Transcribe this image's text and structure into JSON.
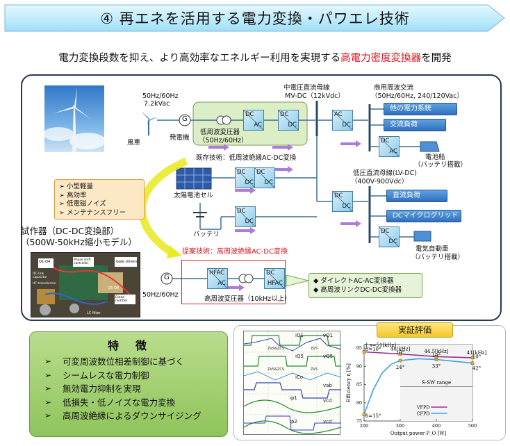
{
  "title": "④ 再エネを活用する電力変換・パワエレ技術",
  "subtitle_prefix": "電力変換段数を抑え、より高効率なエネルギー利用を実現する",
  "subtitle_highlight": "高電力密度変換器",
  "subtitle_suffix": "を開発",
  "wind": {
    "freq": "50Hz/60Hz",
    "voltage": "7.2kVac",
    "label": "風車",
    "generator_symbol": "G",
    "generator_label": "発電機"
  },
  "existing": {
    "transformer_label": "低周波変圧器",
    "transformer_freq": "（50Hz/60Hz）",
    "tech_label": "既存技術：低周波絶縁AC-DC変換"
  },
  "mv_bus": {
    "label": "中電圧直流母線",
    "sub": "MV-DC（12kVdc）"
  },
  "ac_side": {
    "label": "商用周波交流",
    "sub": "（50Hz/60Hz, 240/120Vac）",
    "loads": [
      "他の電力系統",
      "交流負荷"
    ],
    "ship_label": "電池船",
    "ship_sub": "（バッテリ搭載）"
  },
  "lv_bus": {
    "label": "低圧直流母線(LV-DC)",
    "sub": "（400V-900Vdc）"
  },
  "dc_side": {
    "loads": [
      "直流負荷",
      "DCマイクログリッド"
    ],
    "ev_label": "電気自動車",
    "ev_sub": "（バッテリ搭載）"
  },
  "solar_label": "太陽電池セル",
  "battery_label": "バッテリ",
  "features": [
    "➢ 小型軽量",
    "➢ 高効率",
    "➢ 低電磁ノイズ",
    "➢ メンテナンスフリー"
  ],
  "prototype": {
    "label1": "試作器（DC-DC変換部）",
    "label2": "（500W-50kHz縮小モデル）"
  },
  "proposal": {
    "label": "提案技術：高周波絶縁AC-DC変換",
    "freq": "50Hz/60Hz",
    "generator_symbol": "G",
    "transformer_label": "高周波変圧器（10kHz以上）"
  },
  "converters": {
    "dc": "DC",
    "ac": "AC",
    "hfac": "HFAC"
  },
  "proposal_bullets": [
    "◆ ダイレクトAC-AC変換器",
    "◆ 高周波リンクDC-DC変換器"
  ],
  "tokucho_title": "特　徴",
  "tokucho_items": [
    "可変周波数位相差制御に基づく",
    "シームレスな電力制御",
    "無効電力抑制を実現",
    "低損失・低ノイズな電力変換",
    "高周波絶縁によるダウンサイジング"
  ],
  "evaluation_title": "実証評価",
  "wave_labels": [
    "iQ1",
    "vQ1",
    "iQ5",
    "vQ5",
    "iCo",
    "vab",
    "ip1",
    "vcd",
    "ip2",
    "vcd"
  ],
  "wave_tags": [
    "ZVS&ZCS",
    "ZVS",
    "ZVS&ZCS",
    "ZVS"
  ],
  "photo_labels": [
    "Q1-Q4",
    "Phase shift controller",
    "Gate drivers",
    "DC-link capacitor",
    "HF transformer",
    "Q5-Q8",
    "Diode rectifier",
    "LC filter"
  ],
  "chart_data": {
    "type": "line",
    "xlabel": "Output power P_O [W]",
    "ylabel": "Efficiency η [%]",
    "xlim": [
      200,
      500
    ],
    "ylim": [
      75,
      96
    ],
    "x_ticks": [
      200,
      300,
      400,
      500
    ],
    "y_ticks": [
      75,
      80,
      85,
      90,
      95
    ],
    "region_label": "S-SW range",
    "series": [
      {
        "name": "VFPD",
        "color": "#9b2f95",
        "x": [
          200,
          300,
          400,
          500
        ],
        "y": [
          94.0,
          93.4,
          92.7,
          92.4
        ]
      },
      {
        "name": "CFPD",
        "color": "#3aa4e0",
        "x": [
          200,
          225,
          250,
          275,
          300,
          350,
          400,
          450,
          500
        ],
        "y": [
          76.8,
          83.5,
          88.2,
          90.6,
          91.6,
          92.1,
          91.9,
          91.4,
          90.9
        ]
      }
    ],
    "annotations": [
      {
        "text": "f_s=51[kHz]",
        "x": 200,
        "y": 95.4
      },
      {
        "text": "δ=10°",
        "x": 200,
        "y": 94.3
      },
      {
        "text": "48[kHz]",
        "x": 300,
        "y": 94.4
      },
      {
        "text": "10°",
        "x": 300,
        "y": 93.3
      },
      {
        "text": "44.5[kHz]",
        "x": 400,
        "y": 93.7
      },
      {
        "text": "10°",
        "x": 400,
        "y": 92.6
      },
      {
        "text": "41[kHz]",
        "x": 500,
        "y": 93.3
      },
      {
        "text": "10°",
        "x": 500,
        "y": 92.2
      },
      {
        "text": "24°",
        "x": 300,
        "y": 89.3
      },
      {
        "text": "33°",
        "x": 400,
        "y": 89.6
      },
      {
        "text": "42°",
        "x": 500,
        "y": 89.0
      },
      {
        "text": "δ=15°",
        "x": 200,
        "y": 76.0
      }
    ]
  },
  "colors": {
    "red": "#d8141c",
    "banner": "#c8f0ff",
    "green": "#8fc45b"
  }
}
